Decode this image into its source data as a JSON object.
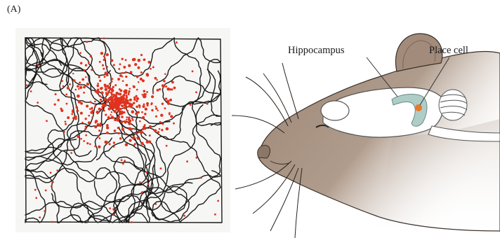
{
  "panel_label": "(A)",
  "labels": {
    "hippocampus": "Hippocampus",
    "place_cell": "Place cell"
  },
  "colors": {
    "path": "#1a1a1a",
    "spikes": "#e0321e",
    "rat_fur": "#a08a7a",
    "hippocampus_fill": "#aecdc7",
    "place_cell_dot": "#e8782a"
  }
}
